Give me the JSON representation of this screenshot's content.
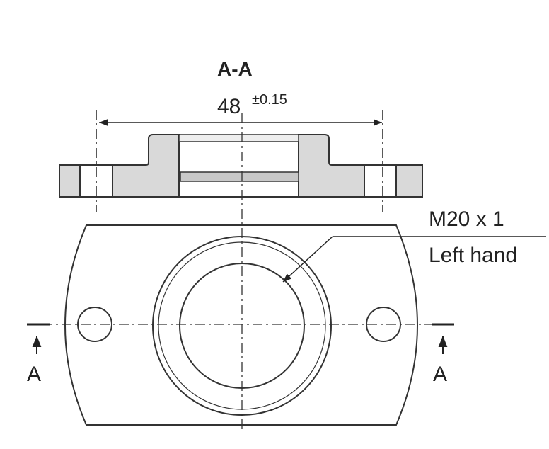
{
  "section_title": "A-A",
  "dimension": {
    "value": "48",
    "tolerance": "±0.15"
  },
  "thread_callout": {
    "line1": "M20 x 1",
    "line2": "Left hand"
  },
  "section_markers": {
    "left": "A",
    "right": "A"
  },
  "colors": {
    "line": "#333333",
    "fill": "#d9d9d9"
  }
}
